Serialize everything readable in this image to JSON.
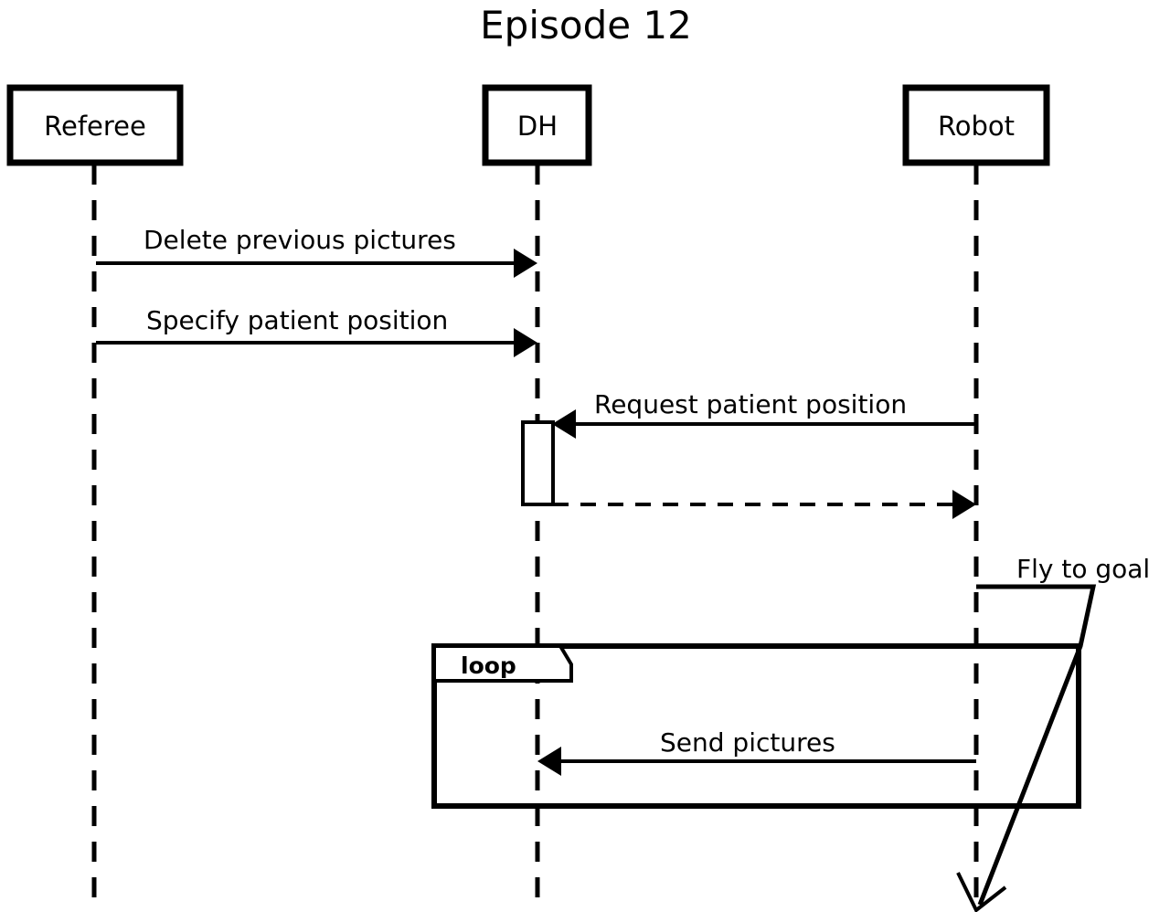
{
  "diagram": {
    "kind": "uml-sequence-diagram",
    "title": "Episode 12",
    "colors": {
      "background": "#ffffff",
      "stroke": "#000000",
      "text": "#000000"
    },
    "participants": [
      {
        "id": "referee",
        "label": "Referee"
      },
      {
        "id": "dh",
        "label": "DH"
      },
      {
        "id": "robot",
        "label": "Robot"
      }
    ],
    "messages": [
      {
        "id": "m1",
        "label": "Delete previous pictures",
        "from": "referee",
        "to": "dh",
        "style": "solid",
        "arrowhead": "filled"
      },
      {
        "id": "m2",
        "label": "Specify patient position",
        "from": "referee",
        "to": "dh",
        "style": "solid",
        "arrowhead": "filled"
      },
      {
        "id": "m3",
        "label": "Request patient position",
        "from": "robot",
        "to": "dh",
        "style": "solid",
        "arrowhead": "filled"
      },
      {
        "id": "m4",
        "label": "",
        "from": "dh",
        "to": "robot",
        "style": "dashed",
        "arrowhead": "filled"
      },
      {
        "id": "m5",
        "label": "Fly to goal",
        "from": "robot",
        "to": "robot",
        "style": "solid",
        "arrowhead": "open"
      },
      {
        "id": "m6",
        "label": "Send pictures",
        "from": "robot",
        "to": "dh",
        "style": "solid",
        "arrowhead": "filled"
      }
    ],
    "fragments": [
      {
        "id": "loop1",
        "operator": "loop",
        "label": "loop"
      }
    ],
    "activations": [
      {
        "id": "act-dh-1",
        "on": "dh"
      }
    ]
  }
}
